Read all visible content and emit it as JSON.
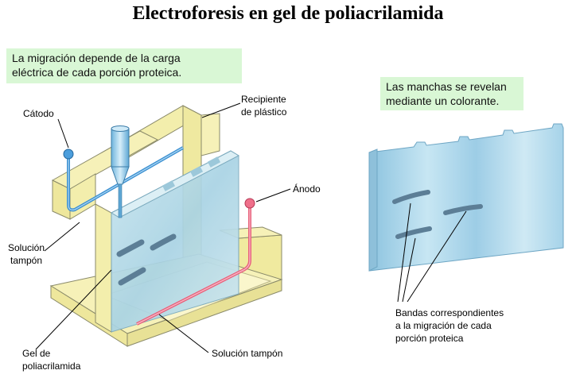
{
  "title": "Electroforesis en gel de poliacrilamida",
  "notes": {
    "migration_line1": "La migración depende de la carga",
    "migration_line2": "eléctrica de cada porción proteica.",
    "stain_line1": "Las manchas se revelan",
    "stain_line2": "mediante un colorante."
  },
  "labels": {
    "cathode": "Cátodo",
    "container_line1": "Recipiente",
    "container_line2": "de plástico",
    "anode": "Ánodo",
    "buffer_left_line1": "Solución",
    "buffer_left_line2": "tampón",
    "gel_line1": "Gel de",
    "gel_line2": "poliacrilamida",
    "buffer_bottom": "Solución tampón",
    "bands_line1": "Bandas correspondientes",
    "bands_line2": "a la migración de cada",
    "bands_line3": "porción proteica"
  },
  "colors": {
    "container": "#f3eeac",
    "gel": "#bfe0ea",
    "cathode_wire": "#3a8fd0",
    "anode_wire": "#e8607a",
    "note_bg": "#d9f7d5"
  }
}
